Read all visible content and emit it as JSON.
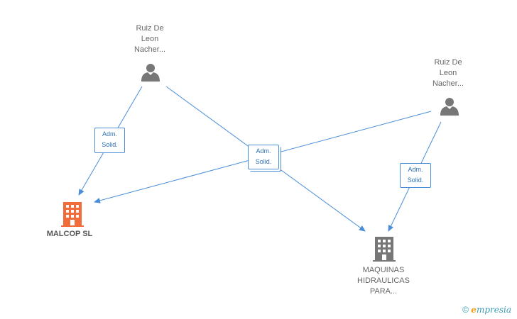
{
  "nodes": {
    "person1": {
      "label": "Ruiz De\nLeon\nNacher...",
      "icon": "person-icon"
    },
    "person2": {
      "label": "Ruiz De\nLeon\nNacher...",
      "icon": "person-icon"
    },
    "company1": {
      "label": "MALCOP SL",
      "icon": "building-icon"
    },
    "company2": {
      "label": "MAQUINAS\nHIDRAULICAS\nPARA...",
      "icon": "building-icon"
    }
  },
  "edges": {
    "e1": {
      "label": "Adm.\nSolid."
    },
    "e2": {
      "label": "Adm.\nSolid."
    },
    "e3": {
      "label": "Adm.\nSolid."
    }
  },
  "colors": {
    "edge": "#4a8ed9",
    "person": "#777777",
    "company_active": "#f26b3a",
    "company_inactive": "#777777"
  },
  "footer": {
    "copyright": "©",
    "brand_e": "e",
    "brand_rest": "mpresia"
  }
}
